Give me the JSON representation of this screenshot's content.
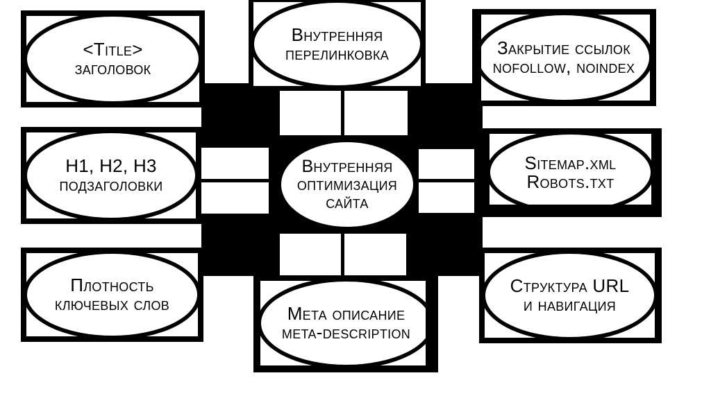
{
  "diagram": {
    "type": "radial-concept-diagram",
    "language": "ru",
    "colors": {
      "ink": "#000000",
      "background": "#ffffff"
    },
    "center": {
      "id": "internal-site-optimization",
      "lines": [
        "Внутренняя",
        "оптимизация",
        "сайта"
      ]
    },
    "nodes": {
      "title_tag": {
        "lines": [
          "<Title>",
          "заголовок"
        ]
      },
      "internal_linking": {
        "lines": [
          "Внутренняя",
          "перелинковка"
        ]
      },
      "nofollow_noindex": {
        "lines": [
          "Закрытие ссылок",
          "nofollow, noindex"
        ]
      },
      "headings": {
        "lines": [
          "H1, H2, H3",
          "подзаголовки"
        ]
      },
      "sitemap_robots": {
        "lines": [
          "Sitemap.xml",
          "Robots.txt"
        ]
      },
      "keyword_density": {
        "lines": [
          "Плотность",
          "ключевых слов"
        ]
      },
      "meta_description": {
        "lines": [
          "Мета описание",
          "meta-description"
        ]
      },
      "url_structure": {
        "lines": [
          "Структура URL",
          "и навигация"
        ]
      }
    }
  }
}
